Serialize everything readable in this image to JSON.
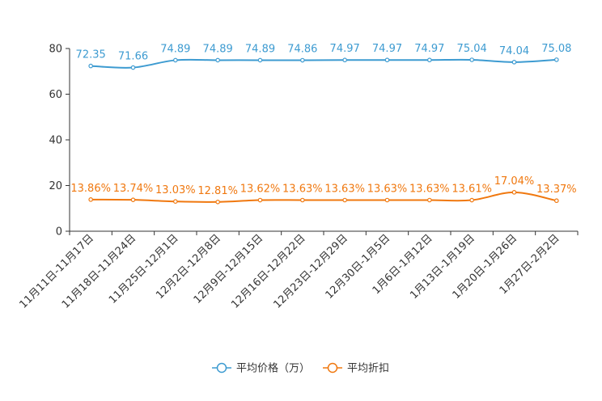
{
  "chart_data": {
    "type": "line",
    "categories": [
      "11月11日-11月17日",
      "11月18日-11月24日",
      "11月25日-12月1日",
      "12月2日-12月8日",
      "12月9日-12月15日",
      "12月16日-12月22日",
      "12月23日-12月29日",
      "12月30日-1月5日",
      "1月6日-1月12日",
      "1月13日-1月19日",
      "1月20日-1月26日",
      "1月27日-2月2日"
    ],
    "series": [
      {
        "name": "平均价格（万）",
        "color": "#3d9bd1",
        "values": [
          72.35,
          71.66,
          74.89,
          74.89,
          74.89,
          74.86,
          74.97,
          74.97,
          74.97,
          75.04,
          74.04,
          75.08
        ],
        "labels": [
          "72.35",
          "71.66",
          "74.89",
          "74.89",
          "74.89",
          "74.86",
          "74.97",
          "74.97",
          "74.97",
          "75.04",
          "74.04",
          "75.08"
        ]
      },
      {
        "name": "平均折扣",
        "color": "#f0780f",
        "values": [
          13.86,
          13.74,
          13.03,
          12.81,
          13.62,
          13.63,
          13.63,
          13.63,
          13.63,
          13.61,
          17.04,
          13.37
        ],
        "labels": [
          "13.86%",
          "13.74%",
          "13.03%",
          "12.81%",
          "13.62%",
          "13.63%",
          "13.63%",
          "13.63%",
          "13.63%",
          "13.61%",
          "17.04%",
          "13.37%"
        ]
      }
    ],
    "ylim": [
      0,
      80
    ],
    "yticks": [
      "0",
      "20",
      "40",
      "60",
      "80"
    ],
    "grid": false,
    "legend_position": "bottom-center"
  }
}
